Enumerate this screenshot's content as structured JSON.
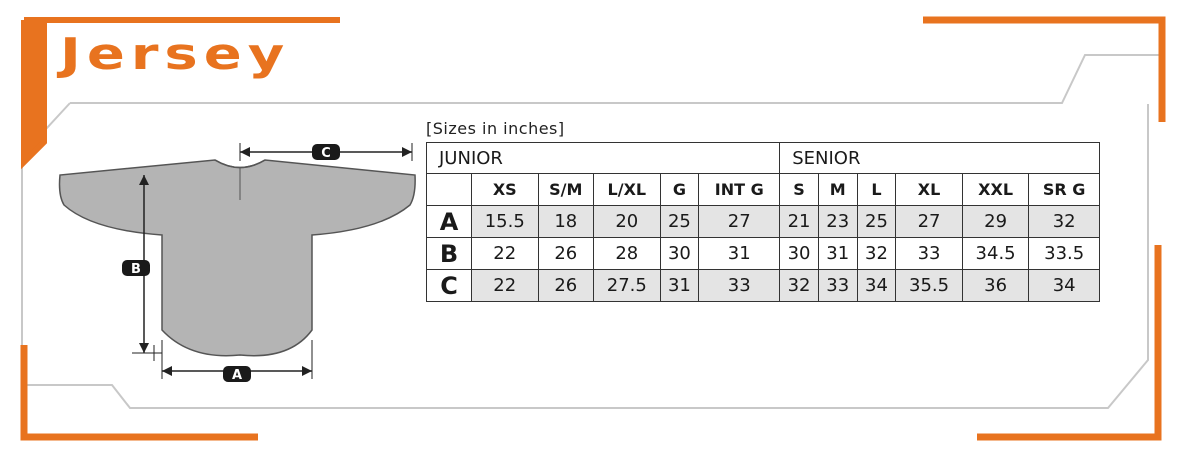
{
  "title": "Jersey",
  "note": "[Sizes in inches]",
  "colors": {
    "accent": "#e8731f",
    "frame": "#c8c8c8",
    "shirt": "#b4b4b4",
    "row_shade": "#e4e4e4"
  },
  "diagram": {
    "labels": {
      "a": "A",
      "b": "B",
      "c": "C"
    }
  },
  "table": {
    "groups": [
      {
        "label": "JUNIOR",
        "span": 5
      },
      {
        "label": "SENIOR",
        "span": 6
      }
    ],
    "sizes": [
      "XS",
      "S/M",
      "L/XL",
      "G",
      "INT G",
      "S",
      "M",
      "L",
      "XL",
      "XXL",
      "SR G"
    ],
    "rows": [
      {
        "label": "A",
        "values": [
          "15.5",
          "18",
          "20",
          "25",
          "27",
          "21",
          "23",
          "25",
          "27",
          "29",
          "32"
        ]
      },
      {
        "label": "B",
        "values": [
          "22",
          "26",
          "28",
          "30",
          "31",
          "30",
          "31",
          "32",
          "33",
          "34.5",
          "33.5"
        ]
      },
      {
        "label": "C",
        "values": [
          "22",
          "26",
          "27.5",
          "31",
          "33",
          "32",
          "33",
          "34",
          "35.5",
          "36",
          "34"
        ]
      }
    ]
  }
}
